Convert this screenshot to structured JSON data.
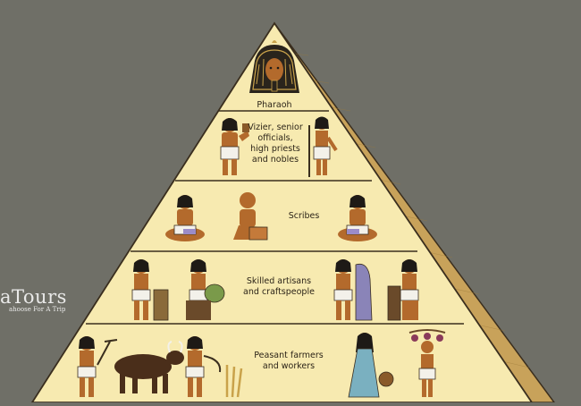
{
  "tiers": [
    {
      "label": "Pharaoh"
    },
    {
      "label": "Vizier, senior\nofficials,\nhigh priests\nand nobles"
    },
    {
      "label": "Scribes"
    },
    {
      "label": "Skilled artisans\nand craftspeople"
    },
    {
      "label": "Peasant farmers\nand workers"
    }
  ],
  "watermark": {
    "title": "aTours",
    "tagline": "ahoose For A Trip"
  },
  "colors": {
    "background": "#6f6f67",
    "pyramid_face": "#f7eab0",
    "pyramid_shadow": "#c8a25a",
    "outline": "#3a2e1e",
    "skin": "#b36a2c",
    "hair": "#1e1a16",
    "cloth": "#f3f1ea"
  }
}
